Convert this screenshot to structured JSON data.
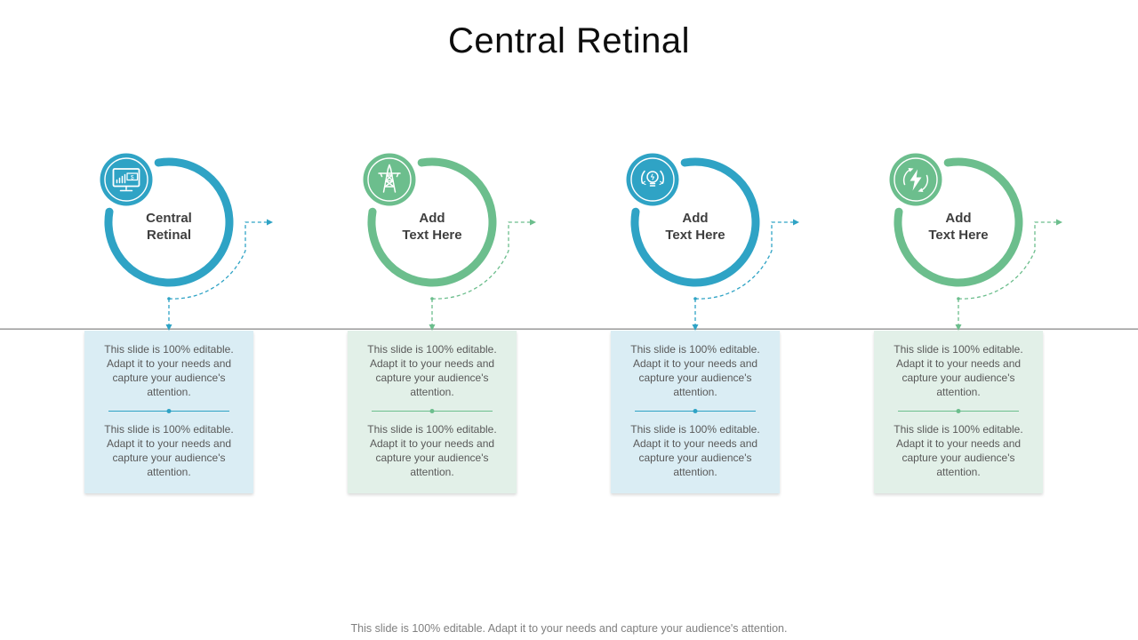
{
  "slide": {
    "title": "Central Retinal",
    "footer": "This slide is 100% editable. Adapt it to your needs and capture your audience's attention."
  },
  "colors": {
    "teal": "#2FA3C5",
    "green": "#6CBE8D",
    "teal_box_bg": "#DAEDF4",
    "green_box_bg": "#E2F0E8",
    "body_text": "#595959",
    "label_text": "#3F3F3F",
    "title_text": "#0D0D0D",
    "footer_text": "#808080"
  },
  "groups": [
    {
      "theme": "teal",
      "icon": "monitor-sales-chart-icon",
      "label_lines": [
        "Central",
        "Retinal"
      ],
      "paragraph_top": "This slide is 100% editable. Adapt it to your needs and capture your audience's attention.",
      "paragraph_bottom": "This slide is 100% editable. Adapt it to your needs and capture your audience's attention."
    },
    {
      "theme": "green",
      "icon": "power-tower-icon",
      "label_lines": [
        "Add",
        "Text Here"
      ],
      "paragraph_top": "This slide is 100% editable. Adapt it to your needs and capture your audience's attention.",
      "paragraph_bottom": "This slide is 100% editable. Adapt it to your needs and capture your audience's attention."
    },
    {
      "theme": "teal",
      "icon": "lightbulb-hands-icon",
      "label_lines": [
        "Add",
        "Text Here"
      ],
      "paragraph_top": "This slide is 100% editable. Adapt it to your needs and capture your audience's attention.",
      "paragraph_bottom": "This slide is 100% editable. Adapt it to your needs and capture your audience's attention."
    },
    {
      "theme": "green",
      "icon": "energy-cycle-icon",
      "label_lines": [
        "Add",
        "Text Here"
      ],
      "paragraph_top": "This slide is 100% editable. Adapt it to your needs and capture your audience's attention.",
      "paragraph_bottom": "This slide is 100% editable. Adapt it to your needs and capture your audience's attention."
    }
  ]
}
